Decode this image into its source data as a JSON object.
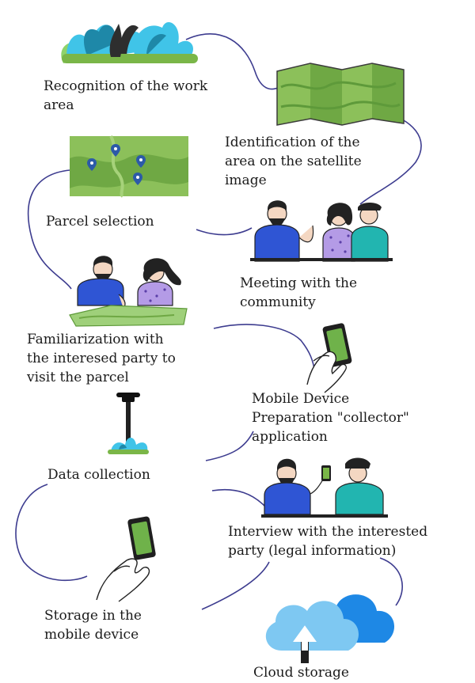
{
  "steps": [
    {
      "id": "recognition",
      "lines": [
        "Recognition of the work",
        "area"
      ]
    },
    {
      "id": "identification",
      "lines": [
        "Identification of the",
        "area on the satellite",
        "image"
      ]
    },
    {
      "id": "parcel-selection",
      "lines": [
        "Parcel selection"
      ]
    },
    {
      "id": "meeting",
      "lines": [
        "Meeting with the",
        "community"
      ]
    },
    {
      "id": "familiarization",
      "lines": [
        "Familiarization with",
        "the interesed party to",
        "visit the parcel"
      ]
    },
    {
      "id": "mobile-prep",
      "lines": [
        "Mobile Device",
        "Preparation \"collector\"",
        "application"
      ]
    },
    {
      "id": "data-collection",
      "lines": [
        "Data collection"
      ]
    },
    {
      "id": "interview",
      "lines": [
        "Interview with the interested",
        "party (legal information)"
      ]
    },
    {
      "id": "storage-mobile",
      "lines": [
        "Storage in the",
        "mobile device"
      ]
    },
    {
      "id": "cloud-storage",
      "lines": [
        "Cloud storage"
      ]
    }
  ],
  "colors": {
    "connector": "#3d3c8f",
    "text": "#1b1b1b",
    "plant_dark": "#1e88a8",
    "plant_light": "#40c4e8",
    "leaf_green": "#7ab648",
    "map_green": "#8cc05a",
    "map_dark": "#5e9a3a",
    "pin": "#2c5aa8",
    "shirt_blue": "#2f55d4",
    "shirt_teal": "#22b5b0",
    "shirt_purple": "#b49be6",
    "phone": "#1f1f1f",
    "cloud_dark": "#1e88e5",
    "cloud_light": "#7ec8f2"
  },
  "icons": [
    "plant-icon",
    "satellite-map-icon",
    "map-pins-icon",
    "community-meeting-icon",
    "parcel-meeting-icon",
    "phone-hand-icon",
    "gps-pole-icon",
    "interview-icon",
    "phone-hand-icon",
    "cloud-upload-icon"
  ]
}
